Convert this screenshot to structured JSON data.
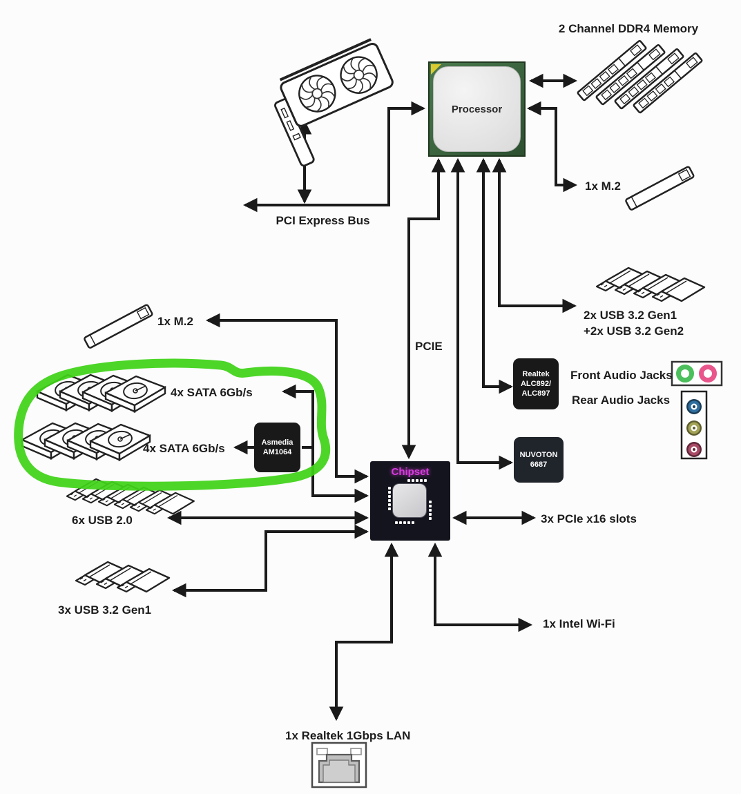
{
  "diagram": {
    "labels": {
      "ddr4": "2 Channel DDR4 Memory",
      "pci_bus": "PCI Express Bus",
      "m2_top": "1x M.2",
      "usb32_right_line1": "2x USB 3.2 Gen1",
      "usb32_right_line2": "+2x USB 3.2 Gen2",
      "front_audio": "Front Audio Jacks",
      "rear_audio": "Rear Audio Jacks",
      "pcie": "PCIE",
      "m2_left": "1x M.2",
      "sata_top": "4x SATA 6Gb/s",
      "sata_bottom": "4x SATA 6Gb/s",
      "usb2": "6x USB 2.0",
      "usb32_left": "3x USB 3.2 Gen1",
      "pcie_slots": "3x PCIe x16 slots",
      "wifi": "1x Intel Wi-Fi",
      "lan": "1x Realtek 1Gbps LAN"
    },
    "nodes": {
      "processor": {
        "label": "Processor"
      },
      "chipset": {
        "label": "Chipset"
      },
      "audio_codec": {
        "line1": "Realtek",
        "line2": "ALC892/",
        "line3": "ALC897"
      },
      "super_io": {
        "line1": "NUVOTON",
        "line2": "6687"
      },
      "sata_controller": {
        "line1": "Asmedia",
        "line2": "AM1064"
      }
    },
    "icons": {
      "gpu": "graphics-card-icon",
      "ram": "ddr4-dimm-icon",
      "m2": "m2-ssd-icon",
      "hdd": "hard-drive-icon",
      "usb": "usb-flash-drive-icon",
      "ethernet": "ethernet-port-icon",
      "front_audio_jacks": "audio-jack-icon",
      "rear_audio_jacks": "audio-jack-icon",
      "annotation": "hand-drawn-green-circle"
    },
    "colors": {
      "line": "#1a1a1a",
      "annotation_green": "#3fd318",
      "chipset_label": "#d83ae0",
      "processor_green": "#2c4f30",
      "front_audio_jack_colors": [
        "#4cbf5c",
        "#e8568b"
      ],
      "rear_audio_jack_colors": [
        "#2f6f9f",
        "#a3a356",
        "#a84a66"
      ]
    }
  }
}
